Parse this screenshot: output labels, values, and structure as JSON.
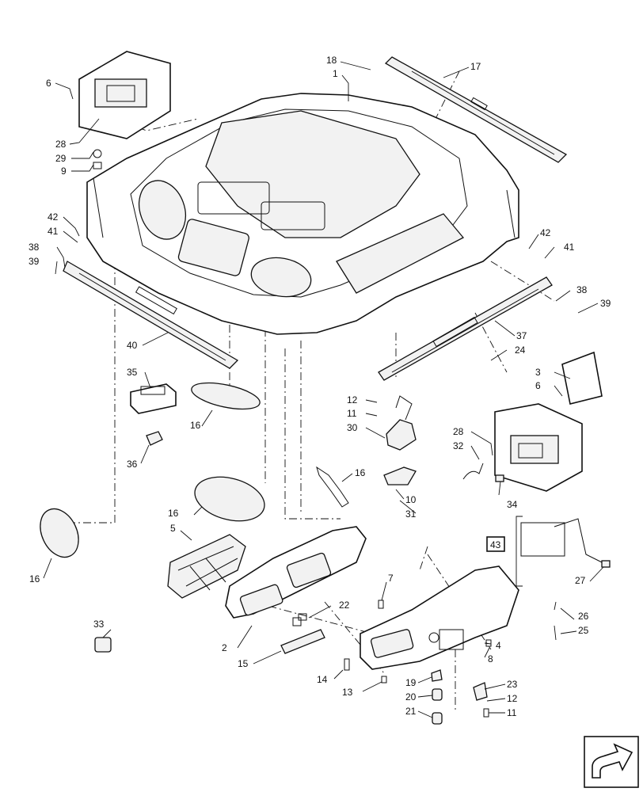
{
  "callouts": {
    "c1": "1",
    "c2": "2",
    "c3": "3",
    "c4": "4",
    "c5": "5",
    "c6a": "6",
    "c6b": "6",
    "c7": "7",
    "c8": "8",
    "c9": "9",
    "c10": "10",
    "c11a": "11",
    "c11b": "11",
    "c12a": "12",
    "c12b": "12",
    "c13": "13",
    "c14": "14",
    "c15": "15",
    "c16a": "16",
    "c16b": "16",
    "c16c": "16",
    "c16d": "16",
    "c17": "17",
    "c18": "18",
    "c19": "19",
    "c20": "20",
    "c21": "21",
    "c22": "22",
    "c23": "23",
    "c24": "24",
    "c25": "25",
    "c26": "26",
    "c27": "27",
    "c28a": "28",
    "c28b": "28",
    "c29": "29",
    "c30": "30",
    "c31": "31",
    "c32": "32",
    "c33": "33",
    "c34": "34",
    "c35": "35",
    "c36": "36",
    "c37": "37",
    "c38a": "38",
    "c38b": "38",
    "c39a": "39",
    "c39b": "39",
    "c40": "40",
    "c41a": "41",
    "c41b": "41",
    "c42a": "42",
    "c42b": "42",
    "c43": "43"
  },
  "icons": {
    "navigation": "next-page-arrow-icon"
  }
}
